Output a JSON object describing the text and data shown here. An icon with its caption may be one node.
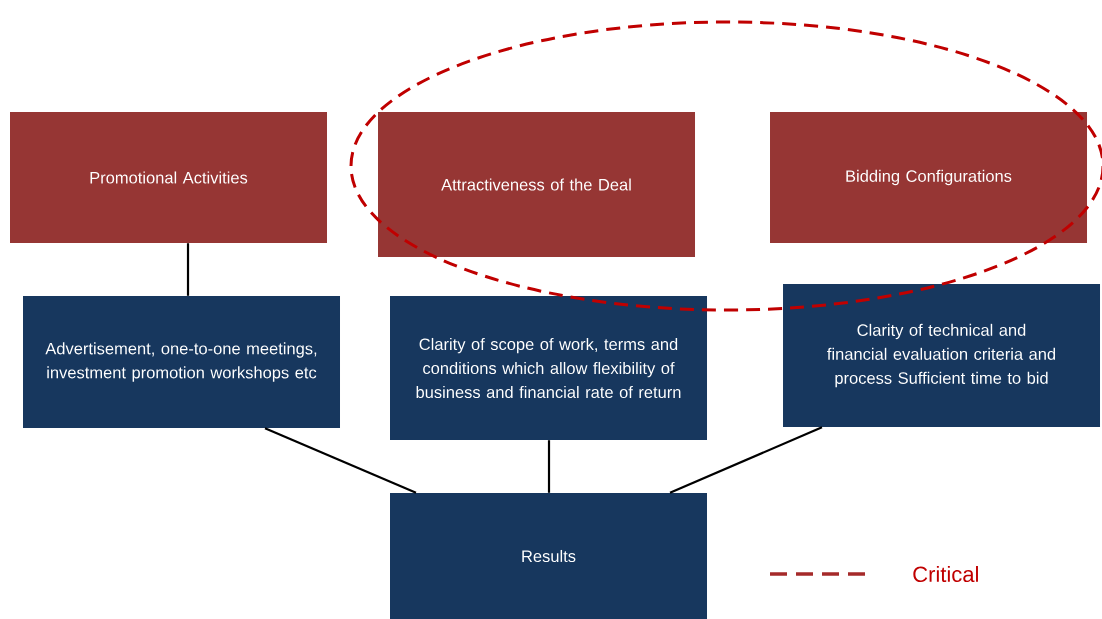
{
  "diagram": {
    "nodes": [
      {
        "text": [
          "Promotional Activities"
        ]
      },
      {
        "text": [
          "Attractiveness of the Deal"
        ]
      },
      {
        "text": [
          "Bidding Configurations"
        ]
      },
      {
        "text": [
          "Advertisement, one-to-one meetings, investment promotion workshops etc"
        ]
      },
      {
        "text": [
          "Clarity of scope of work, terms and conditions which allow flexibility of business and financial rate of return"
        ]
      },
      {
        "text": [
          "Clarity of technical and financial evaluation criteria and process Sufficient time to bid"
        ]
      },
      {
        "text": [
          "Results"
        ]
      }
    ],
    "edges": [
      {
        "from": 0,
        "to": 3,
        "arrow": "none"
      },
      {
        "from": 3,
        "to": 6,
        "arrow": "none"
      },
      {
        "from": 4,
        "to": 6,
        "arrow": "none"
      },
      {
        "from": 5,
        "to": 6,
        "arrow": "none"
      }
    ],
    "legend": [
      {
        "text": "Critical"
      }
    ]
  }
}
